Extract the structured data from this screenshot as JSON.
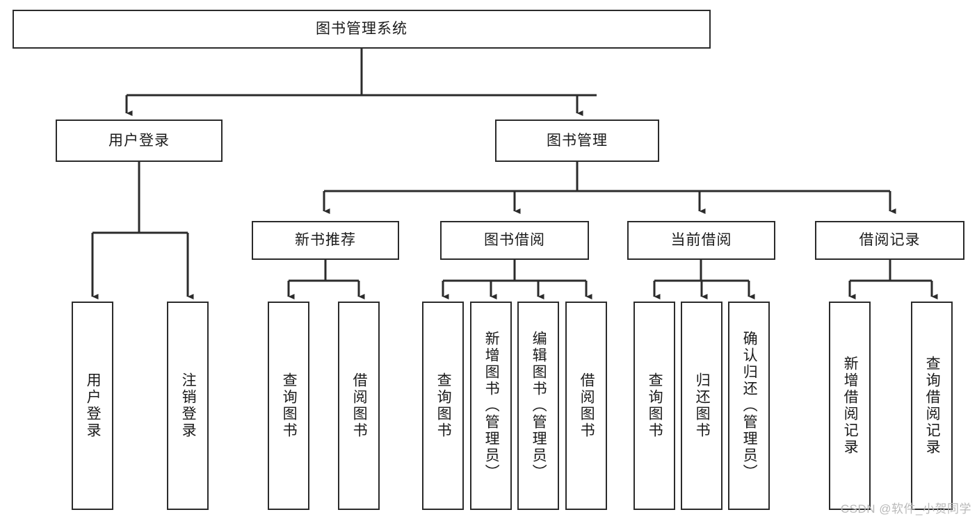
{
  "diagram": {
    "title": "图书管理系统",
    "type": "tree-hierarchy-chart",
    "colors": {
      "node_border": "#2b2b2b",
      "node_fill": "#ffffff",
      "connector": "#2b2b2b",
      "text": "#1a1a1a",
      "watermark": "#b9b9b9",
      "background": "#ffffff"
    },
    "nodes": {
      "root": {
        "label": "图书管理系统",
        "orientation": "horizontal"
      },
      "level2": [
        {
          "id": "user-login",
          "label": "用户登录",
          "orientation": "horizontal"
        },
        {
          "id": "book-manage",
          "label": "图书管理",
          "orientation": "horizontal"
        }
      ],
      "level3": [
        {
          "id": "new-book-recommend",
          "label": "新书推荐",
          "orientation": "horizontal"
        },
        {
          "id": "book-borrow",
          "label": "图书借阅",
          "orientation": "horizontal"
        },
        {
          "id": "current-borrow",
          "label": "当前借阅",
          "orientation": "horizontal"
        },
        {
          "id": "borrow-record",
          "label": "借阅记录",
          "orientation": "horizontal"
        }
      ],
      "leaves": {
        "user-login": [
          {
            "id": "leaf-user-login",
            "label": "用户登录",
            "orientation": "vertical"
          },
          {
            "id": "leaf-logout",
            "label": "注销登录",
            "orientation": "vertical"
          }
        ],
        "new-book-recommend": [
          {
            "id": "leaf-query-book-1",
            "label": "查询图书",
            "orientation": "vertical"
          },
          {
            "id": "leaf-borrow-book-1",
            "label": "借阅图书",
            "orientation": "vertical"
          }
        ],
        "book-borrow": [
          {
            "id": "leaf-query-book-2",
            "label": "查询图书",
            "orientation": "vertical"
          },
          {
            "id": "leaf-add-book",
            "label": "新增图书（管理员）",
            "orientation": "vertical"
          },
          {
            "id": "leaf-edit-book",
            "label": "编辑图书（管理员）",
            "orientation": "vertical"
          },
          {
            "id": "leaf-borrow-book-2",
            "label": "借阅图书",
            "orientation": "vertical"
          }
        ],
        "current-borrow": [
          {
            "id": "leaf-query-book-3",
            "label": "查询图书",
            "orientation": "vertical"
          },
          {
            "id": "leaf-return-book",
            "label": "归还图书",
            "orientation": "vertical"
          },
          {
            "id": "leaf-confirm-return",
            "label": "确认归还（管理员）",
            "orientation": "vertical"
          }
        ],
        "borrow-record": [
          {
            "id": "leaf-add-record",
            "label": "新增借阅记录",
            "orientation": "vertical"
          },
          {
            "id": "leaf-query-record",
            "label": "查询借阅记录",
            "orientation": "vertical"
          }
        ]
      }
    },
    "watermark": "CSDN @软件_小贺同学"
  }
}
